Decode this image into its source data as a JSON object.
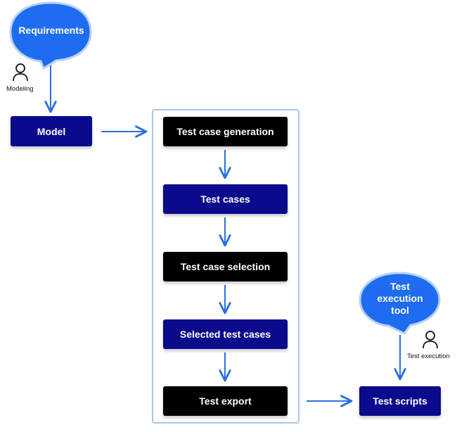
{
  "diagram": {
    "requirements_bubble": "Requirements",
    "modeling_label": "Modeling",
    "model": "Model",
    "pipeline": [
      "Test case generation",
      "Test cases",
      "Test case selection",
      "Selected test cases",
      "Test export"
    ],
    "tool_bubble_lines": [
      "Test",
      "execution",
      "tool"
    ],
    "test_execution_label": "Test execution",
    "test_scripts": "Test scripts"
  },
  "colors": {
    "navy": "#0a0a8c",
    "black": "#000000",
    "bubble_blue": "#1e6cf0",
    "arrow_blue": "#2b6fe0",
    "container_border": "#a9c6ef"
  }
}
